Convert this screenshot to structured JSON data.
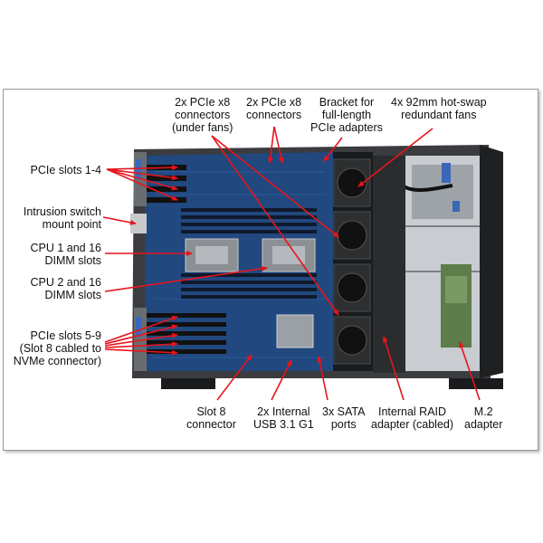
{
  "colors": {
    "arrow": "#e8141c",
    "chassis": "#2e3033",
    "board": "#1f4a86",
    "label_text": "#111111",
    "frame_border": "#9a9a9a"
  },
  "labels": {
    "pcie_x8_under_fans": [
      "2x PCIe x8",
      "connectors",
      "(under fans)"
    ],
    "pcie_x8": [
      "2x PCIe x8",
      "connectors"
    ],
    "bracket": [
      "Bracket for",
      "full-length",
      "PCIe adapters"
    ],
    "fans": [
      "4x 92mm hot-swap",
      "redundant fans"
    ],
    "pcie_1_4": [
      "PCIe slots 1-4"
    ],
    "intrusion": [
      "Intrusion switch",
      "mount point"
    ],
    "cpu1": [
      "CPU 1 and 16",
      "DIMM slots"
    ],
    "cpu2": [
      "CPU 2 and 16",
      "DIMM slots"
    ],
    "pcie_5_9": [
      "PCIe slots 5-9",
      "(Slot 8 cabled to",
      "NVMe connector)"
    ],
    "slot8": [
      "Slot 8",
      "connector"
    ],
    "usb": [
      "2x Internal",
      "USB 3.1 G1"
    ],
    "sata": [
      "3x SATA",
      "ports"
    ],
    "raid": [
      "Internal RAID",
      "adapter (cabled)"
    ],
    "m2": [
      "M.2",
      "adapter"
    ]
  }
}
